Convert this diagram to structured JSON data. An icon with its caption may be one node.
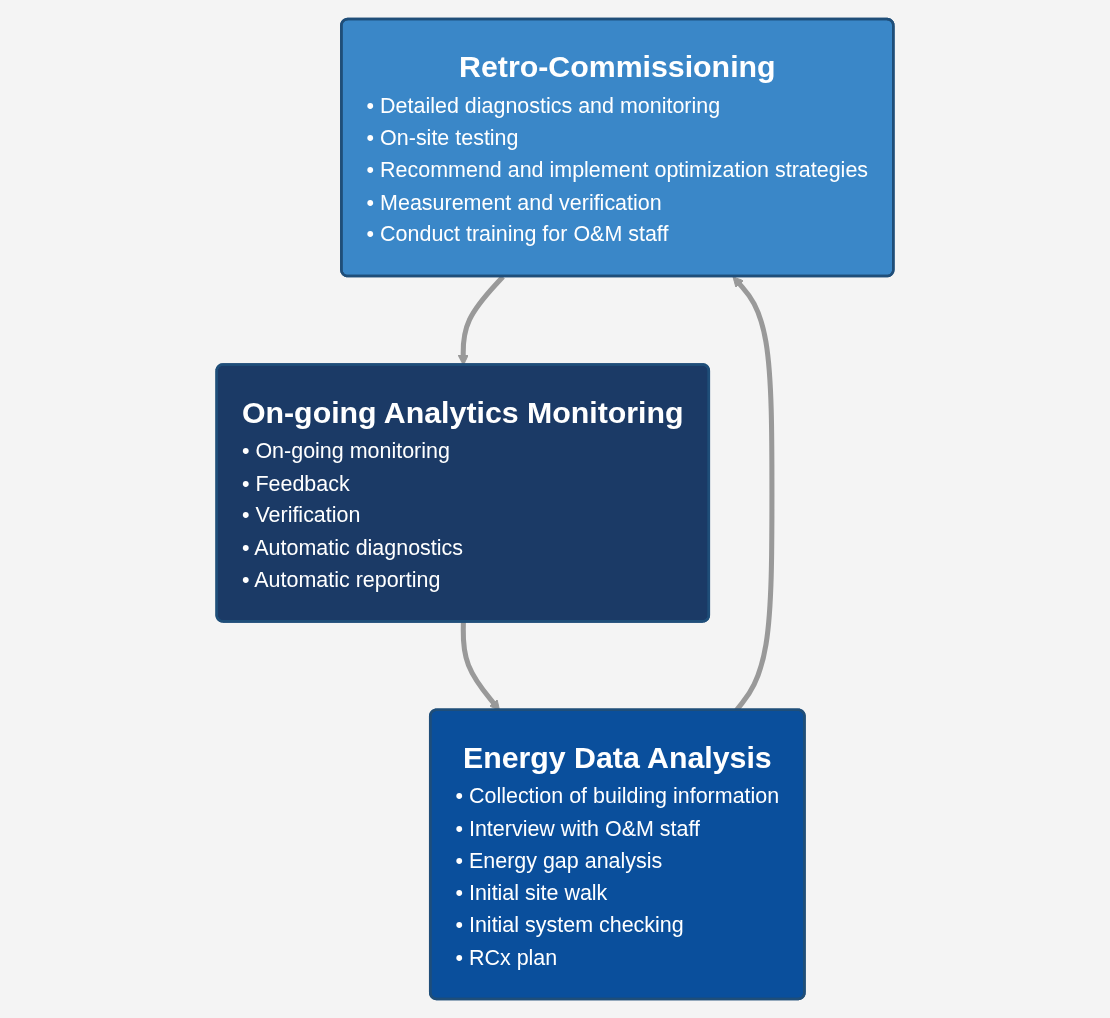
{
  "diagram": {
    "nodes": [
      {
        "text": [
          "Retro-Commissioning",
          "• Detailed diagnostics and monitoring",
          "• On-site testing",
          "• Recommend and implement optimization strategies",
          "• Measurement and verification",
          "• Conduct training for O&M staff"
        ]
      },
      {
        "text": [
          "Energy Data Analysis",
          "• Collection of building information",
          "• Interview with O&M staff",
          "• Energy gap analysis",
          "• Initial site walk",
          "• Initial system checking",
          "• RCx plan"
        ]
      },
      {
        "text": [
          "On-going Analytics Monitoring",
          "• On-going monitoring",
          "• Feedback",
          "• Verification",
          "• Automatic diagnostics",
          "• Automatic reporting"
        ]
      }
    ],
    "edges": [
      {
        "from": 0,
        "to": 2,
        "arrow": "to"
      },
      {
        "from": 2,
        "to": 1,
        "arrow": "to"
      },
      {
        "from": 1,
        "to": 0,
        "arrow": "to"
      }
    ]
  }
}
